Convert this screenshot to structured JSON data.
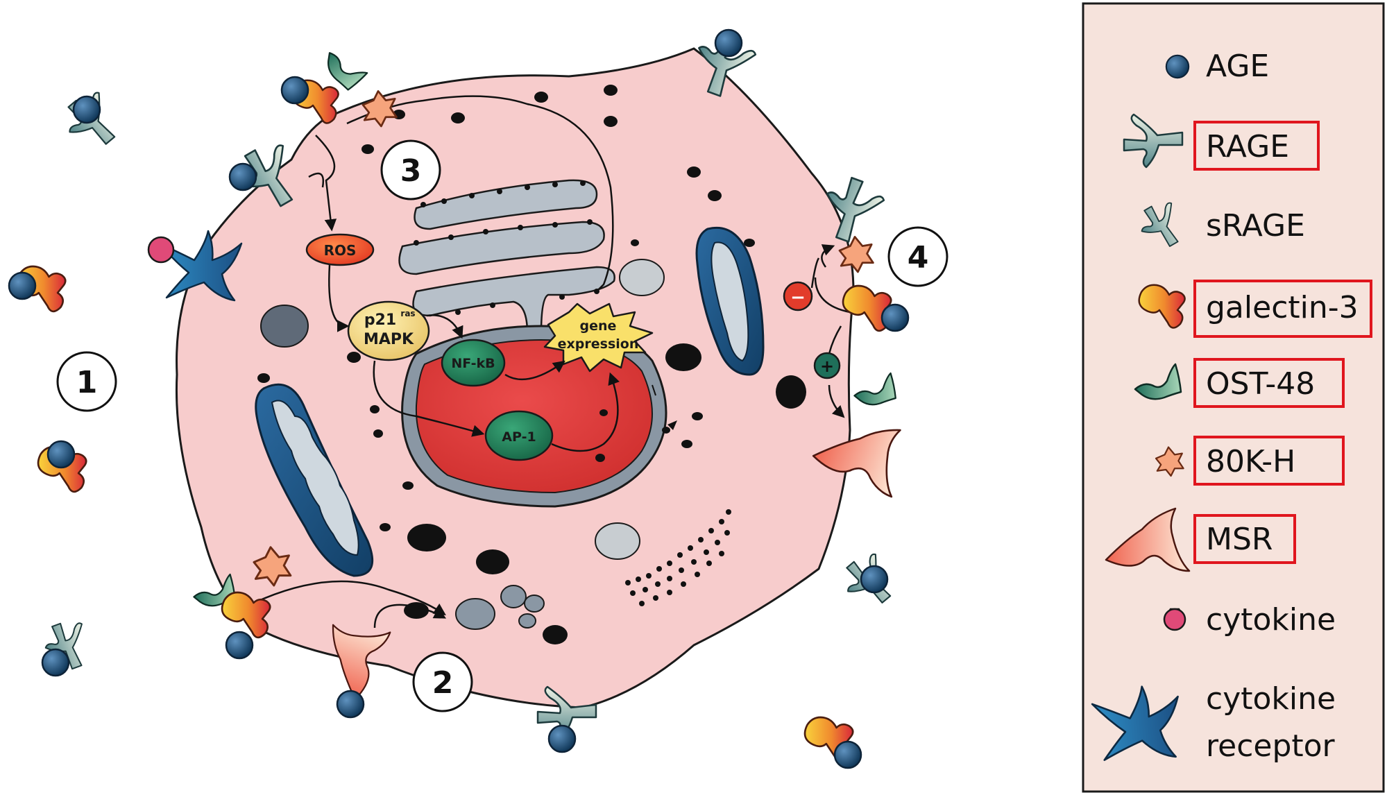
{
  "diagram": {
    "steps": [
      "1",
      "2",
      "3",
      "4"
    ],
    "labels": {
      "ros": "ROS",
      "p21_line1": "p21",
      "p21_sup": "ras",
      "p21_line2": "MAPK",
      "nfkb": "NF-kB",
      "ap1": "AP-1",
      "gene_line1": "gene",
      "gene_line2": "expression",
      "minus": "−",
      "plus": "+"
    }
  },
  "legend": {
    "items": [
      {
        "label": "AGE",
        "highlighted": false,
        "icon": "age-icon"
      },
      {
        "label": "RAGE",
        "highlighted": true,
        "icon": "rage-icon"
      },
      {
        "label": "sRAGE",
        "highlighted": false,
        "icon": "srage-icon"
      },
      {
        "label": "galectin-3",
        "highlighted": true,
        "icon": "galectin-3-icon"
      },
      {
        "label": "OST-48",
        "highlighted": true,
        "icon": "ost-48-icon"
      },
      {
        "label": "80K-H",
        "highlighted": true,
        "icon": "80k-h-icon"
      },
      {
        "label": "MSR",
        "highlighted": true,
        "icon": "msr-icon"
      },
      {
        "label": "cytokine",
        "highlighted": false,
        "icon": "cytokine-icon"
      }
    ],
    "last_item": {
      "line1": "cytokine",
      "line2": "receptor",
      "icon": "cytokine-receptor-icon"
    }
  },
  "colors": {
    "cell": "#f6c6c6",
    "nucleus": "#dd3d3d",
    "age": "#1f4f7a",
    "legend_bg": "#f6e3dc",
    "highlight": "#e0161e",
    "rage": "#7da3a6",
    "galectin": "#f08a2e",
    "ost": "#2e8a6e",
    "k80h": "#f4a67a",
    "msr": "#f07060",
    "cytokine": "#e04a78",
    "receptor": "#2e7fb5"
  }
}
